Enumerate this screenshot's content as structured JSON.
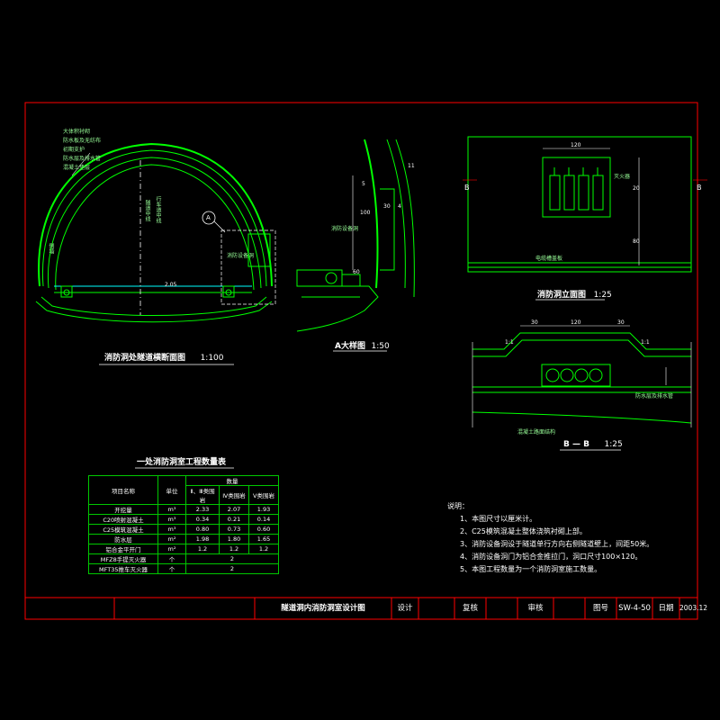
{
  "colors": {
    "background": "#000000",
    "frame": "#ff0000",
    "structure": "#00ff00",
    "cyan": "#00ffff",
    "text": "#ffffff",
    "table_border": "#00c800"
  },
  "cross_section": {
    "caption": "消防洞处隧道横断面图",
    "scale": "1:100",
    "legend": [
      "大体积衬砌",
      "防水板及无纺布",
      "初期支护",
      "防水层及排水管",
      "混凝土垫层"
    ],
    "callout": "A",
    "inner_labels": [
      "隧道中线",
      "行车道中线"
    ],
    "side_label": "侧墙",
    "width_label": "2.05",
    "niche_label": "消防设备洞"
  },
  "detail_a": {
    "caption": "A大样图",
    "scale": "1:50",
    "dims": [
      "5",
      "100",
      "30",
      "4",
      "60",
      "11"
    ],
    "label": "消防设备洞"
  },
  "elevation": {
    "caption": "消防洞立面图",
    "scale": "1:25",
    "top_dim": "120",
    "side_dims": [
      "20",
      "80"
    ],
    "label_right": "灭火器",
    "label_bottom": "电缆槽盖板",
    "section_marks": [
      "B",
      "B"
    ]
  },
  "section_bb": {
    "caption": "B — B",
    "scale": "1:25",
    "dims": [
      "30",
      "120",
      "30"
    ],
    "slopes": [
      "1:1",
      "1:1"
    ],
    "labels": [
      "防水层及排水管",
      "混凝土路面结构"
    ]
  },
  "table": {
    "title": "一处消防洞室工程数量表",
    "headers": [
      "项目名称",
      "单位",
      "数量"
    ],
    "sub_headers": [
      "Ⅱ、Ⅲ类围岩",
      "Ⅳ类围岩",
      "Ⅴ类围岩"
    ],
    "rows": [
      {
        "name": "开挖量",
        "unit": "m³",
        "values": [
          "2.33",
          "2.07",
          "1.93"
        ]
      },
      {
        "name": "C20喷射混凝土",
        "unit": "m³",
        "values": [
          "0.34",
          "0.21",
          "0.14"
        ]
      },
      {
        "name": "C25模筑混凝土",
        "unit": "m³",
        "values": [
          "0.80",
          "0.73",
          "0.60"
        ]
      },
      {
        "name": "防水层",
        "unit": "m²",
        "values": [
          "1.98",
          "1.80",
          "1.65"
        ]
      },
      {
        "name": "铝合金平开门",
        "unit": "m²",
        "values": [
          "1.2",
          "1.2",
          "1.2"
        ]
      },
      {
        "name": "MFZ8手提灭火器",
        "unit": "个",
        "values": [
          "2"
        ]
      },
      {
        "name": "MFT35推车灭火器",
        "unit": "个",
        "values": [
          "2"
        ]
      }
    ]
  },
  "notes": {
    "title": "说明：",
    "items": [
      "1、本图尺寸以厘米计。",
      "2、C25模筑混凝土整体浇筑衬砌上部。",
      "3、消防设备洞设于隧道单行方向右侧隧道壁上，间距50米。",
      "4、消防设备洞门为铝合金推拉门，洞口尺寸100×120。",
      "5、本图工程数量为一个消防洞室施工数量。"
    ]
  },
  "title_block": {
    "drawing_title": "隧道洞内消防洞室设计图",
    "design": "设计",
    "review": "复核",
    "approve": "审核",
    "drawing_no_label": "图号",
    "drawing_no": "SW-4-50",
    "date_label": "日期",
    "date": "2003.12"
  }
}
